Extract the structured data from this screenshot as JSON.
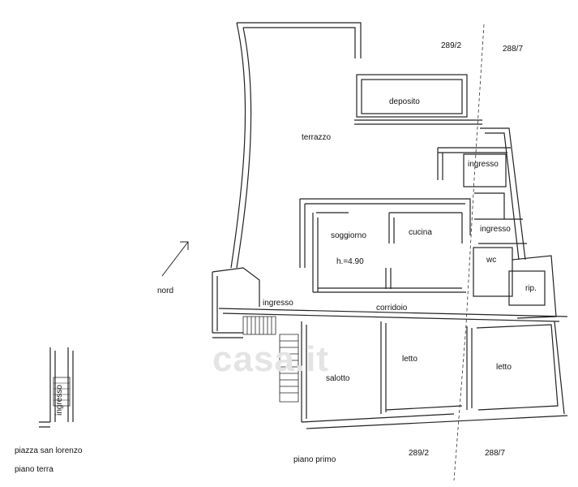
{
  "rooms": {
    "deposito": "deposito",
    "terrazzo": "terrazzo",
    "ingresso_top": "ingresso",
    "ingresso_mid": "ingresso",
    "soggiorno": "soggiorno",
    "cucina": "cucina",
    "height_note": "h.=4.90",
    "wc": "wc",
    "rip": "rip.",
    "ingresso_left": "ingresso",
    "corridoio": "corridoio",
    "letto_1": "letto",
    "letto_2": "letto",
    "salotto": "salotto",
    "ingresso_small": "ingresso"
  },
  "parcels": {
    "top_left": "289/2",
    "top_right": "288/7",
    "bottom_left": "289/2",
    "bottom_right": "288/7"
  },
  "compass": {
    "label": "nord"
  },
  "floors": {
    "upper": "piano primo",
    "ground": "piano terra"
  },
  "location": "piazza san lorenzo",
  "watermark": "casa.it"
}
